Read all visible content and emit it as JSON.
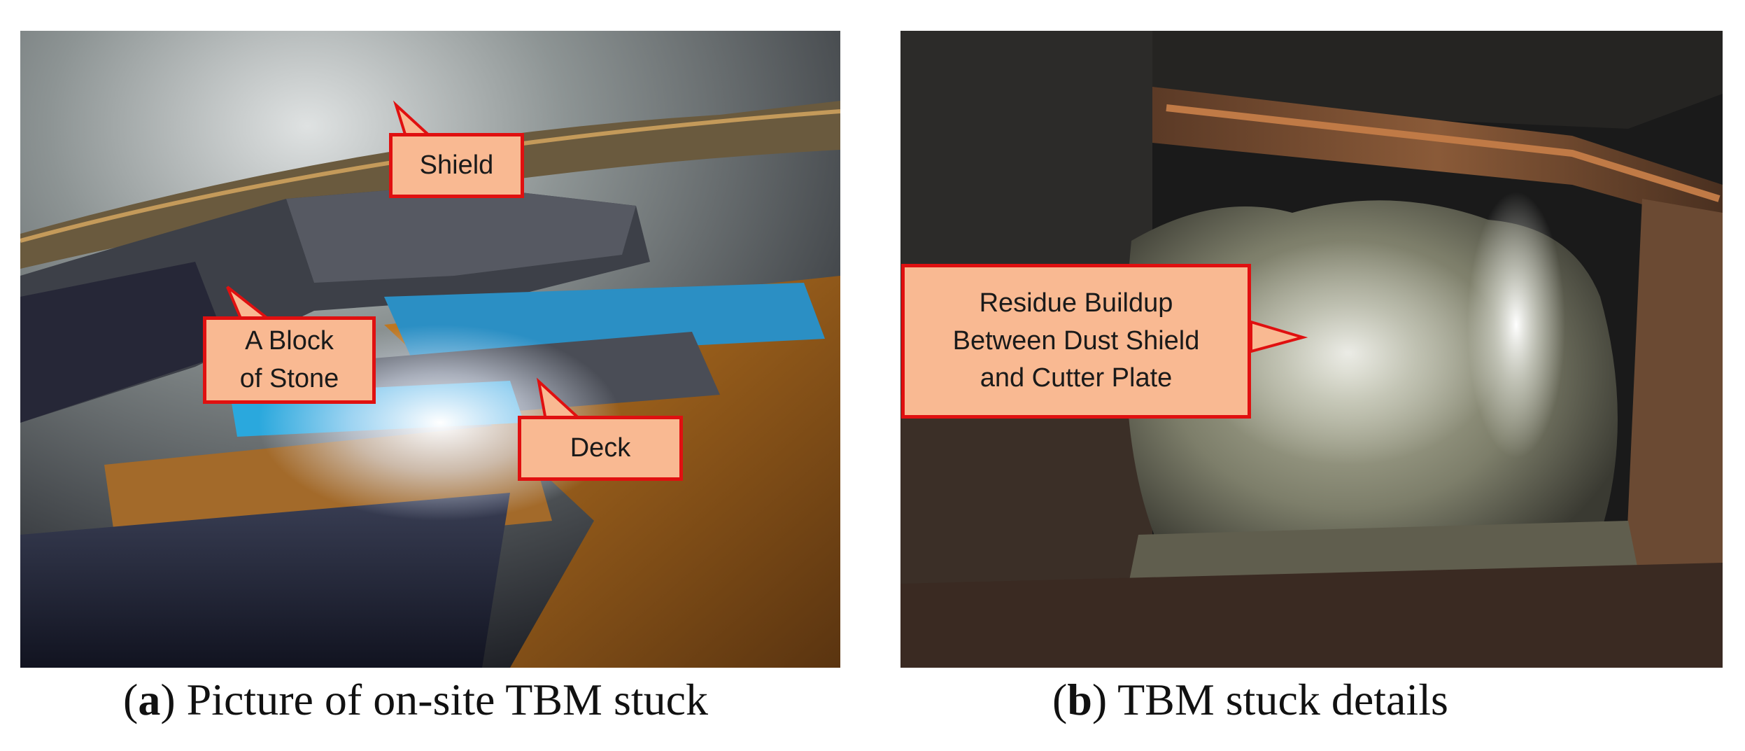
{
  "panel_a": {
    "labels": {
      "shield": "Shield",
      "stone": "A Block\nof Stone",
      "deck": "Deck"
    },
    "caption": {
      "letter": "a",
      "text": "Picture of on-site TBM stuck"
    }
  },
  "panel_b": {
    "labels": {
      "residue": "Residue Buildup\nBetween Dust Shield\nand Cutter Plate"
    },
    "caption": {
      "letter": "b",
      "text": "TBM stuck details"
    }
  },
  "colors": {
    "callout_fill": "#f9b992",
    "callout_border": "#e01010"
  }
}
